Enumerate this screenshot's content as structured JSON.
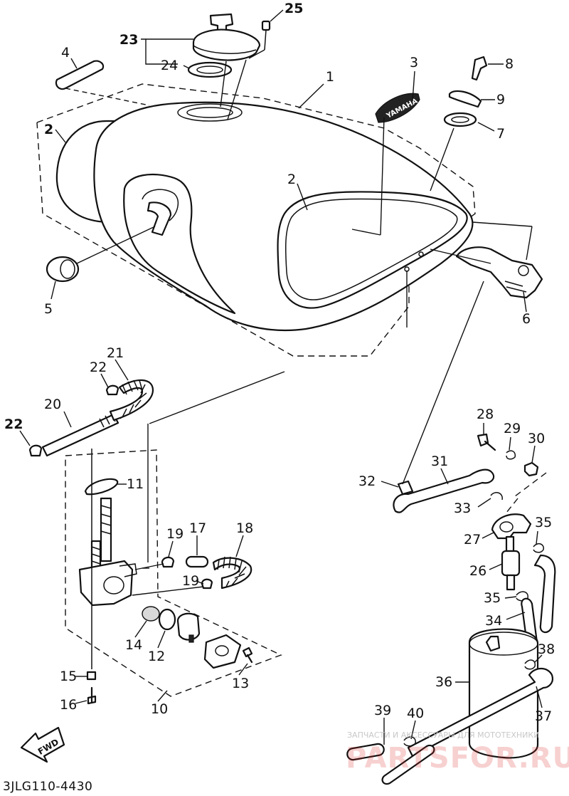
{
  "diagram": {
    "code": "3JLG110-4430",
    "direction_marker": "FWD",
    "emblem_text": "YAMAHA",
    "callouts": {
      "c1": "1",
      "c2a": "2",
      "c2b": "2",
      "c3": "3",
      "c4": "4",
      "c5": "5",
      "c6": "6",
      "c7": "7",
      "c8": "8",
      "c9": "9",
      "c10": "10",
      "c11": "11",
      "c12": "12",
      "c13": "13",
      "c14": "14",
      "c15": "15",
      "c16": "16",
      "c17": "17",
      "c18": "18",
      "c19a": "19",
      "c19b": "19",
      "c20": "20",
      "c21": "21",
      "c22a": "22",
      "c22b": "22",
      "c23": "23",
      "c24": "24",
      "c25": "25",
      "c26": "26",
      "c27": "27",
      "c28": "28",
      "c29": "29",
      "c30": "30",
      "c31": "31",
      "c32": "32",
      "c33": "33",
      "c34": "34",
      "c35a": "35",
      "c35b": "35",
      "c36": "36",
      "c37": "37",
      "c38": "38",
      "c39": "39",
      "c40": "40"
    }
  },
  "watermark": {
    "line1": "ЗАПЧАСТИ И АКСЕССУАРЫ ДЛЯ МОТОТЕХНИКИ",
    "line2": "PARTSFOR.RU"
  },
  "colors": {
    "ink": "#111111",
    "paper": "#ffffff",
    "watermark": "#dc2828"
  }
}
